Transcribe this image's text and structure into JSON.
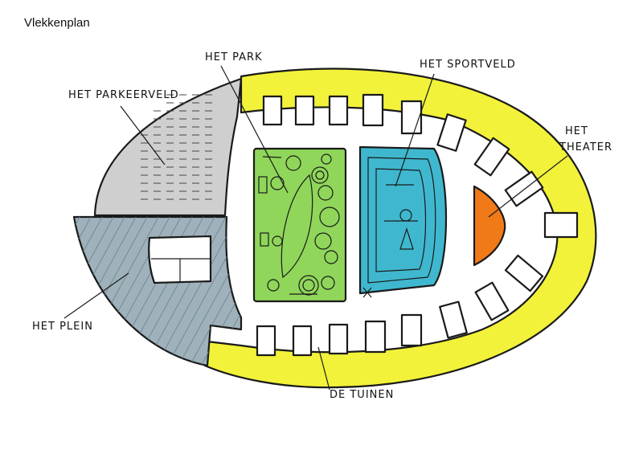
{
  "title": "Vlekkenplan",
  "colors": {
    "tuinen": "#f2f23a",
    "parkeerveld": "#cfcfcf",
    "plein": "#9fb2bb",
    "park": "#8fd65a",
    "sportveld": "#3fb8cf",
    "theater": "#f07a18",
    "outline": "#1a1a1a"
  },
  "labels": {
    "parkeerveld": "HET PARKEERVELD",
    "park": "HET PARK",
    "sportveld": "HET SPORTVELD",
    "theater_line1": "HET",
    "theater_line2": "THEATER",
    "plein": "HET PLEIN",
    "tuinen": "DE TUINEN"
  }
}
